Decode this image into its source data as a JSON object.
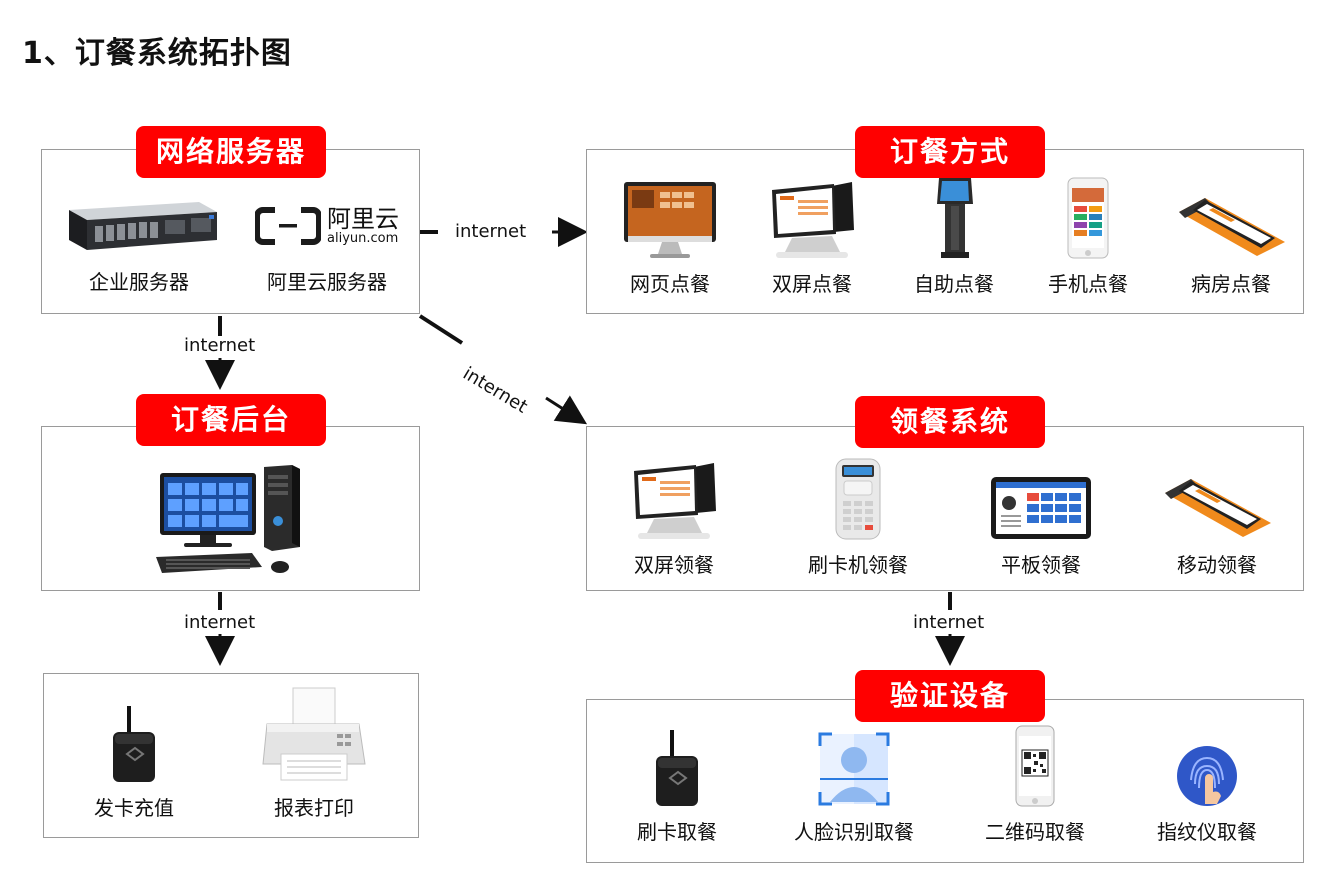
{
  "title": "1、订餐系统拓扑图",
  "accent_color": "#ff0000",
  "connector_label": "internet",
  "sections": {
    "network_server": {
      "badge": "网络服务器",
      "items": [
        {
          "label": "企业服务器",
          "icon": "rack-server-icon"
        },
        {
          "label": "阿里云服务器",
          "icon": "aliyun-logo-icon",
          "logo_name": "阿里云",
          "logo_domain": "aliyun.com"
        }
      ]
    },
    "ordering_methods": {
      "badge": "订餐方式",
      "items": [
        {
          "label": "网页点餐",
          "icon": "desktop-monitor-icon"
        },
        {
          "label": "双屏点餐",
          "icon": "dual-screen-terminal-icon"
        },
        {
          "label": "自助点餐",
          "icon": "self-service-kiosk-icon"
        },
        {
          "label": "手机点餐",
          "icon": "mobile-phone-icon"
        },
        {
          "label": "病房点餐",
          "icon": "handheld-pos-icon"
        }
      ]
    },
    "ordering_backend": {
      "badge": "订餐后台",
      "items": [
        {
          "label": "",
          "icon": "desktop-computer-icon"
        }
      ]
    },
    "meal_pickup": {
      "badge": "领餐系统",
      "items": [
        {
          "label": "双屏领餐",
          "icon": "dual-screen-terminal-icon"
        },
        {
          "label": "刷卡机领餐",
          "icon": "card-reader-machine-icon"
        },
        {
          "label": "平板领餐",
          "icon": "tablet-icon"
        },
        {
          "label": "移动领餐",
          "icon": "handheld-pos-icon"
        }
      ]
    },
    "card_print": {
      "items": [
        {
          "label": "发卡充值",
          "icon": "card-reader-icon"
        },
        {
          "label": "报表打印",
          "icon": "printer-icon"
        }
      ]
    },
    "verification_devices": {
      "badge": "验证设备",
      "items": [
        {
          "label": "刷卡取餐",
          "icon": "card-reader-icon"
        },
        {
          "label": "人脸识别取餐",
          "icon": "face-recognition-icon"
        },
        {
          "label": "二维码取餐",
          "icon": "qr-code-phone-icon"
        },
        {
          "label": "指纹仪取餐",
          "icon": "fingerprint-icon"
        }
      ]
    }
  }
}
